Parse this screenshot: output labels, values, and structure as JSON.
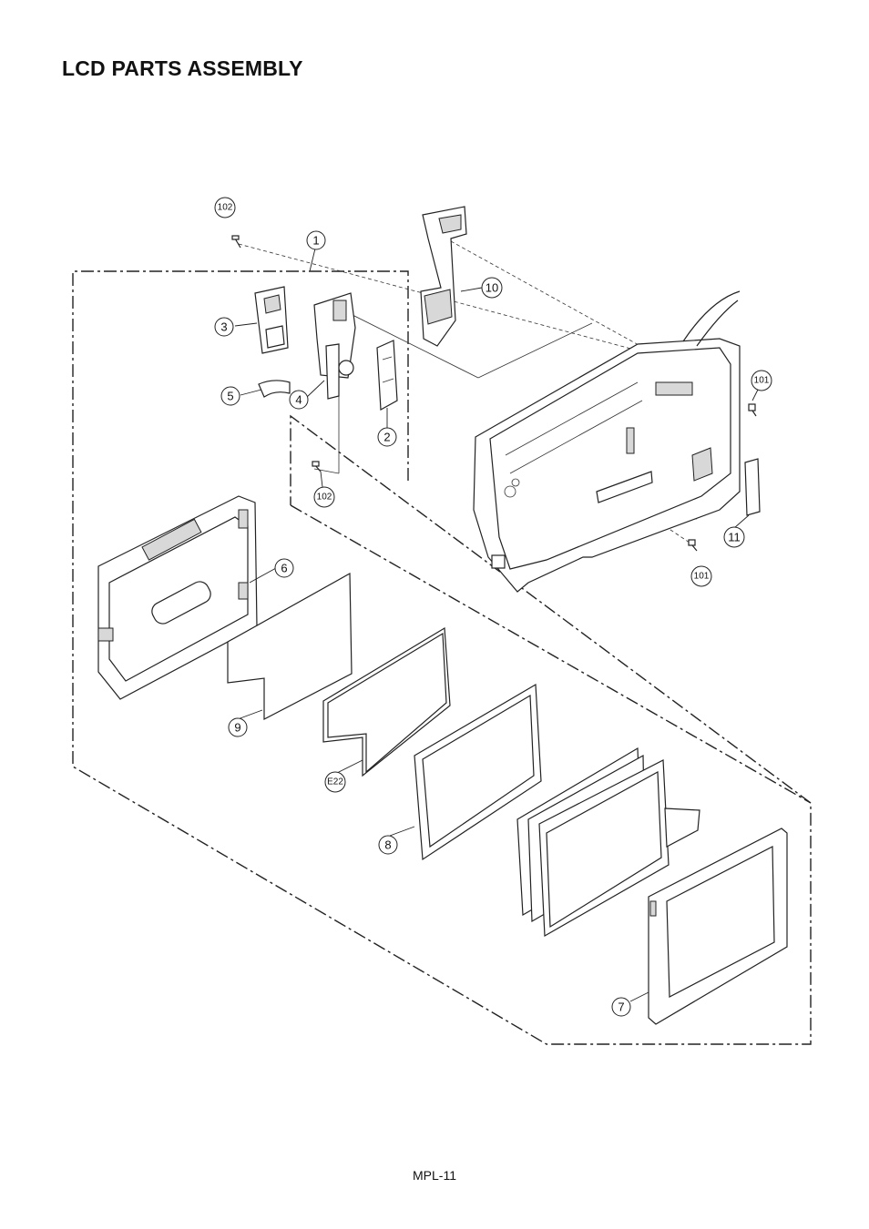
{
  "title": "LCD PARTS ASSEMBLY",
  "page_number": "MPL-11",
  "callouts": {
    "c1": "1",
    "c2": "2",
    "c3": "3",
    "c4": "4",
    "c5": "5",
    "c6": "6",
    "c7": "7",
    "c8": "8",
    "c9": "9",
    "c10": "10",
    "c11": "11",
    "c101a": "101",
    "c101b": "101",
    "c102a": "102",
    "c102b": "102",
    "e22": "E22"
  }
}
